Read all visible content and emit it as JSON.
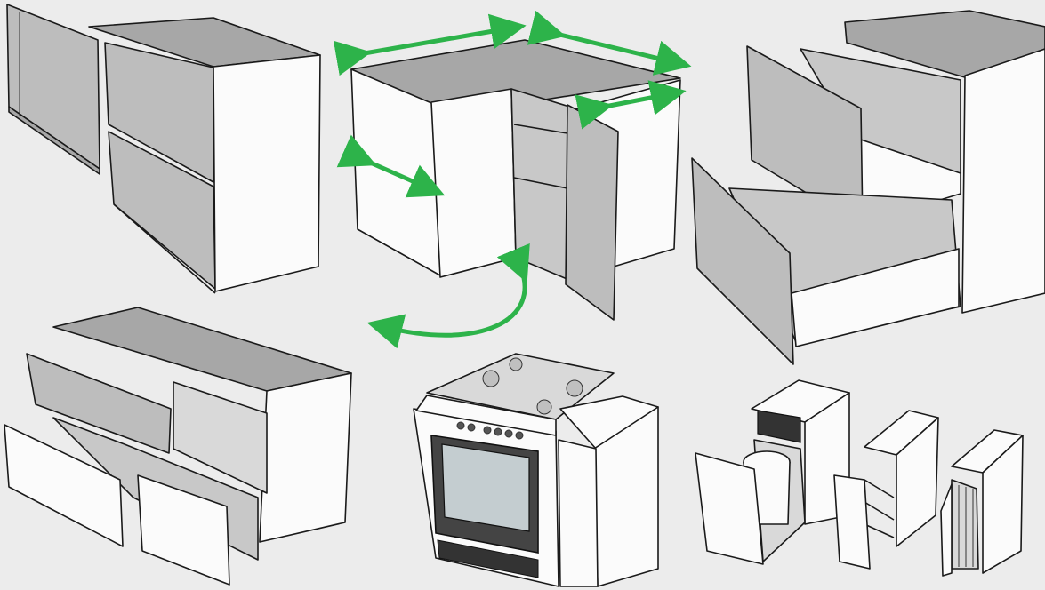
{
  "scene": {
    "background": "#ececec",
    "accent_arrow_color": "#2db34a",
    "objects": [
      {
        "name": "wall-cabinet-pair"
      },
      {
        "name": "corner-cabinet-with-doors"
      },
      {
        "name": "drawer-cabinet-open"
      },
      {
        "name": "drawer-unit-triple"
      },
      {
        "name": "stove-with-cabinet"
      },
      {
        "name": "pull-out-cabinets"
      }
    ]
  }
}
